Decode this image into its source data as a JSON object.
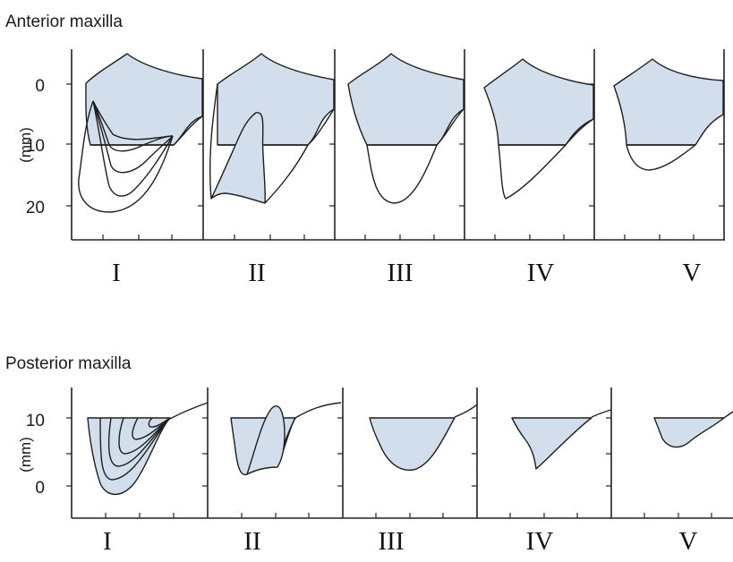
{
  "anterior": {
    "title": "Anterior maxilla",
    "unit": "(mm)",
    "ticks": [
      "0",
      "10",
      "20"
    ],
    "classes": [
      "I",
      "II",
      "III",
      "IV",
      "V"
    ]
  },
  "posterior": {
    "title": "Posterior maxilla",
    "unit": "(mm)",
    "ticks": [
      "10",
      "0"
    ],
    "classes": [
      "I",
      "II",
      "III",
      "IV",
      "V"
    ]
  },
  "colors": {
    "sinus_fill": "#d3deed",
    "outline": "#1e1e1e"
  }
}
